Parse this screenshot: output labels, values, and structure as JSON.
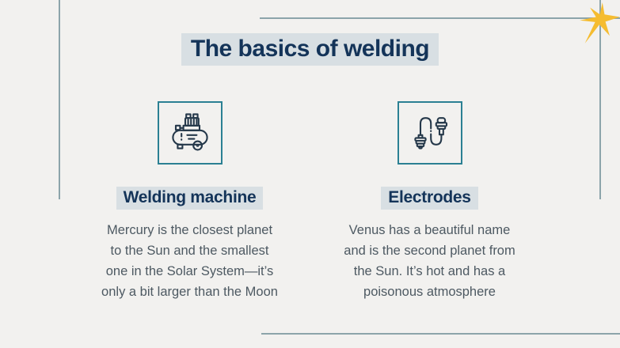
{
  "slide": {
    "title": "The basics of welding",
    "columns": [
      {
        "icon": "welding-machine-icon",
        "heading": "Welding machine",
        "body_lines": [
          "Mercury is the closest planet",
          "to the Sun and the smallest",
          "one in the Solar System—it’s",
          "only a bit larger than the Moon"
        ]
      },
      {
        "icon": "electrodes-icon",
        "heading": "Electrodes",
        "body_lines": [
          "Venus has a beautiful name",
          "and is the second planet from",
          "the Sun. It’s hot and has a",
          "poisonous atmosphere"
        ]
      }
    ],
    "colors": {
      "background": "#f2f1ef",
      "title_text": "#143459",
      "highlight": "#d8dfe3",
      "body_text": "#4d5962",
      "deco_line": "#8ca4aa",
      "icon_box_border": "#2b8093",
      "icon_stroke": "#25384a",
      "star": "#f5bc30"
    }
  }
}
